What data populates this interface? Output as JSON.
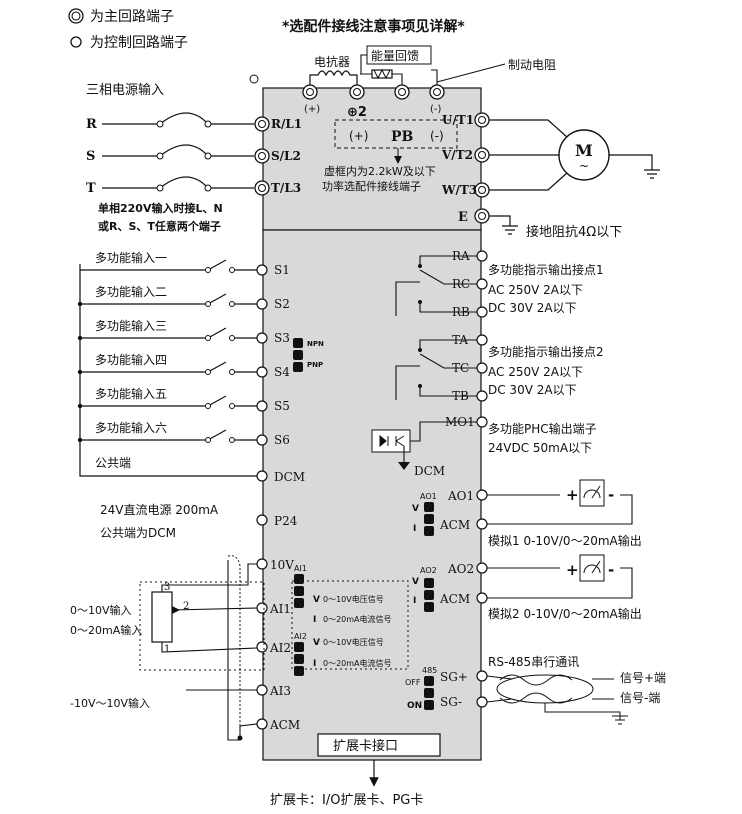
{
  "legend": {
    "main_circuit": "为主回路端子",
    "control_circuit": "为控制回路端子"
  },
  "notice": "*选配件接线注意事项见详解*",
  "top": {
    "reactor": "电抗器",
    "energy_feedback": "能量回馈",
    "brake_resistor": "制动电阻",
    "term_plus": "(+)",
    "term_plus2": "⊕2",
    "term_minus": "(-)",
    "pb_plus": "(+)",
    "pb_label": "PB",
    "pb_minus": "(-)",
    "pb_note1": "虚框内为2.2kW及以下",
    "pb_note2": "功率选配件接线端子"
  },
  "power": {
    "title": "三相电源输入",
    "R": "R",
    "S": "S",
    "T": "T",
    "L1": "R/L1",
    "L2": "S/L2",
    "L3": "T/L3",
    "single_note1": "单相220V输入时接L、N",
    "single_note2": "或R、S、T任意两个端子"
  },
  "output": {
    "U": "U/T1",
    "V": "V/T2",
    "W": "W/T3",
    "E": "E",
    "motor": "M",
    "motor_sym": "~",
    "ground_note": "接地阻抗4Ω以下"
  },
  "inputs": {
    "labels": [
      "多功能输入一",
      "多功能输入二",
      "多功能输入三",
      "多功能输入四",
      "多功能输入五",
      "多功能输入六"
    ],
    "terminals": [
      "S1",
      "S2",
      "S3",
      "S4",
      "S5",
      "S6"
    ],
    "common": "公共端",
    "dcm": "DCM",
    "npn": "NPN",
    "pnp": "PNP",
    "p24": "P24",
    "p24_note1": "24V直流电源 200mA",
    "p24_note2": "公共端为DCM"
  },
  "relays": {
    "r1": [
      "RA",
      "RC",
      "RB"
    ],
    "r1_note": [
      "多功能指示输出接点1",
      "AC 250V 2A以下",
      "DC 30V 2A以下"
    ],
    "r2": [
      "TA",
      "TC",
      "TB"
    ],
    "r2_note": [
      "多功能指示输出接点2",
      "AC 250V 2A以下",
      "DC 30V 2A以下"
    ],
    "mo1": "MO1",
    "mo1_note": [
      "多功能PHC输出端子",
      "24VDC  50mA以下"
    ],
    "dcm": "DCM"
  },
  "analog_out": {
    "ao1": "AO1",
    "acm1": "ACM",
    "ao1_jumper": "AO1",
    "ao2": "AO2",
    "acm2": "ACM",
    "ao2_jumper": "AO2",
    "v": "V",
    "i": "I",
    "note1": "模拟1  0-10V/0～20mA输出",
    "note2": "模拟2  0-10V/0～20mA输出"
  },
  "analog_in": {
    "t10v": "10V",
    "ai1": "AI1",
    "ai2": "AI2",
    "ai3": "AI3",
    "acm": "ACM",
    "ai1_jumper": "AI1",
    "ai2_jumper": "AI2",
    "v": "V",
    "i": "I",
    "ai1_v": "0～10V电压信号",
    "ai1_i": "0～20mA电流信号",
    "ai2_v": "0～10V电压信号",
    "ai2_i": "0～20mA电流信号",
    "pot_1": "1",
    "pot_2": "2",
    "pot_3": "3",
    "in_v": "0～10V输入",
    "in_i": "0～20mA输入",
    "in_pm": "-10V～10V输入"
  },
  "rs485": {
    "title": "RS-485串行通讯",
    "jumper": "485",
    "off": "OFF",
    "on": "ON",
    "sgp": "SG+",
    "sgm": "SG-",
    "sig_p": "信号+端",
    "sig_m": "信号-端"
  },
  "expansion": {
    "port": "扩展卡接口",
    "note": "扩展卡：I/O扩展卡、PG卡"
  }
}
